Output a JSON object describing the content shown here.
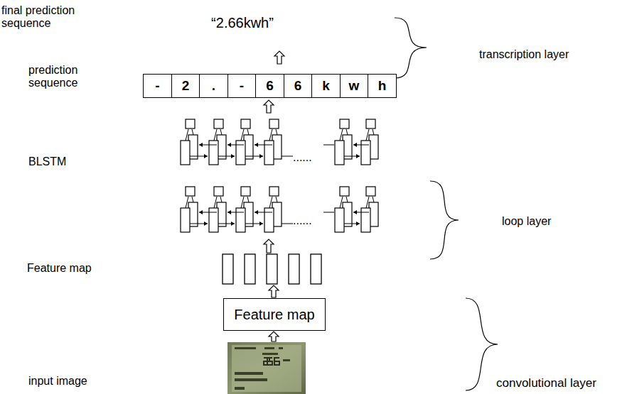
{
  "diagram": {
    "nodes": [
      {
        "text": [
          "-"
        ]
      },
      {
        "text": [
          "2"
        ]
      },
      {
        "text": [
          "."
        ]
      },
      {
        "text": [
          "-"
        ]
      },
      {
        "text": [
          "6"
        ]
      },
      {
        "text": [
          "6"
        ]
      },
      {
        "text": [
          "k"
        ]
      },
      {
        "text": [
          "w"
        ]
      },
      {
        "text": [
          "h"
        ]
      },
      {
        "text": [
          "Feature map"
        ]
      }
    ],
    "labels": [
      "final prediction sequence",
      "“2.66kwh”",
      "transcription layer",
      "prediction sequence",
      "BLSTM",
      "......",
      "......",
      "loop layer",
      "Feature map",
      "input image",
      "convolutional layer"
    ]
  }
}
